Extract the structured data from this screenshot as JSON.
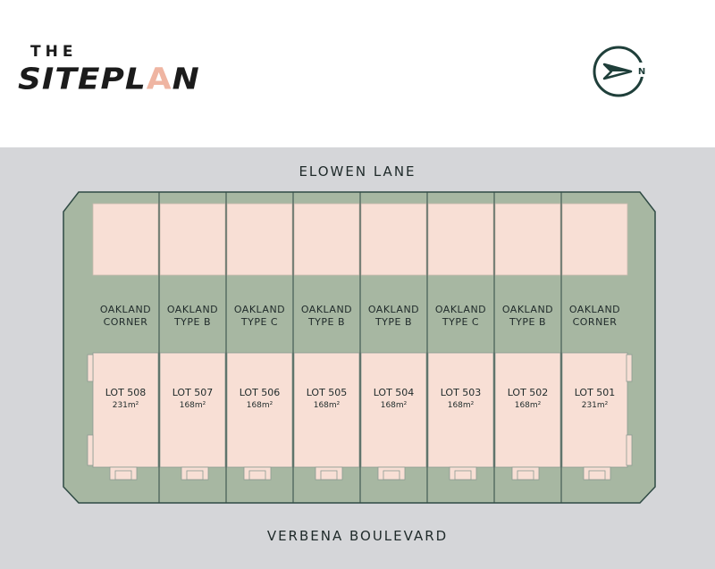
{
  "header": {
    "logo_prefix": "THE",
    "logo_main": "SITEPLAN",
    "compass_label": "N"
  },
  "streets": {
    "top": "ELOWEN LANE",
    "bottom": "VERBENA BOULEVARD"
  },
  "colors": {
    "background": "#d5d6d9",
    "site_green": "#a7b7a2",
    "lot_pink": "#f8dfd5",
    "outline": "#2f4a44",
    "accent": "#efb5a2"
  },
  "lots": [
    {
      "type_line1": "OAKLAND",
      "type_line2": "CORNER",
      "lot": "LOT 508",
      "area": "231m²"
    },
    {
      "type_line1": "OAKLAND",
      "type_line2": "TYPE B",
      "lot": "LOT 507",
      "area": "168m²"
    },
    {
      "type_line1": "OAKLAND",
      "type_line2": "TYPE C",
      "lot": "LOT 506",
      "area": "168m²"
    },
    {
      "type_line1": "OAKLAND",
      "type_line2": "TYPE B",
      "lot": "LOT 505",
      "area": "168m²"
    },
    {
      "type_line1": "OAKLAND",
      "type_line2": "TYPE B",
      "lot": "LOT 504",
      "area": "168m²"
    },
    {
      "type_line1": "OAKLAND",
      "type_line2": "TYPE C",
      "lot": "LOT 503",
      "area": "168m²"
    },
    {
      "type_line1": "OAKLAND",
      "type_line2": "TYPE B",
      "lot": "LOT 502",
      "area": "168m²"
    },
    {
      "type_line1": "OAKLAND",
      "type_line2": "CORNER",
      "lot": "LOT 501",
      "area": "231m²"
    }
  ]
}
